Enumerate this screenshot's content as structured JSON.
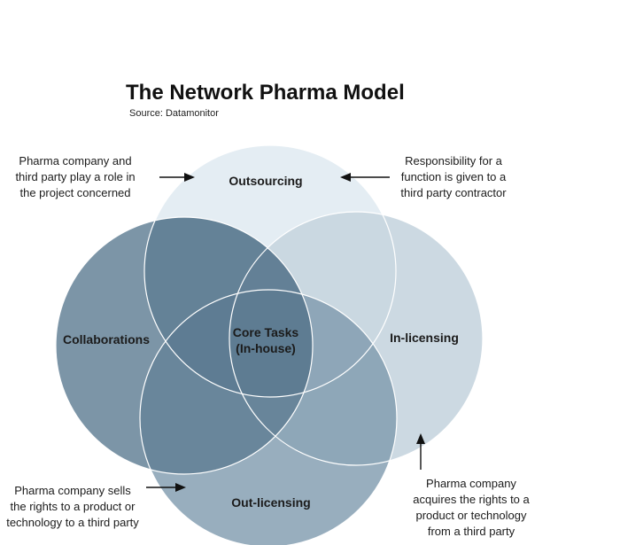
{
  "title": "The Network Pharma Model",
  "source": "Source: Datamonitor",
  "colors": {
    "outsourcing_fill": "#e4edf3",
    "inlicensing_fill": "#c8d6e0",
    "collaborations_fill": "#5f7e94",
    "outlicensing_fill": "#7e9aae",
    "core_fill": "#56758c"
  },
  "circles": {
    "outsourcing": "Outsourcing",
    "collaborations": "Collaborations",
    "inlicensing": "In-licensing",
    "outlicensing": "Out-licensing",
    "core": [
      "Core Tasks",
      "(In-house)"
    ]
  },
  "notes": {
    "collaborations_note": [
      "Pharma company and",
      "third party play a role in",
      "the project concerned"
    ],
    "outsourcing_note": [
      "Responsibility for a",
      "function is given to a",
      "third party contractor"
    ],
    "outlicensing_note": [
      "Pharma company sells",
      "the rights to a product or",
      "technology to a third party"
    ],
    "inlicensing_note": [
      "Pharma company",
      "acquires the rights to a",
      "product or technology",
      "from a third party"
    ]
  }
}
